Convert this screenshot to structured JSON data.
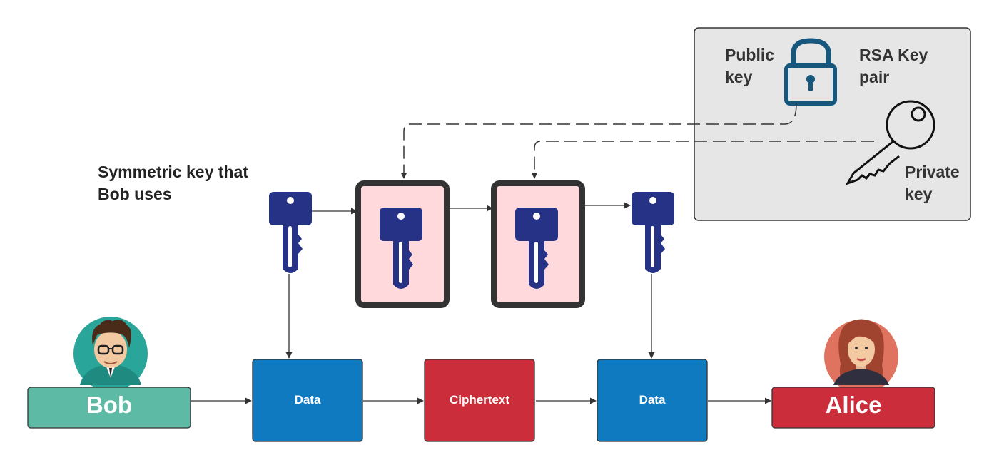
{
  "rsa_panel": {
    "public_label": [
      "Public",
      "key"
    ],
    "pair_label": [
      "RSA Key",
      "pair"
    ],
    "private_label": [
      "Private",
      "key"
    ]
  },
  "symmetric_label": [
    "Symmetric key that",
    "Bob uses"
  ],
  "actors": {
    "bob": {
      "name": "Bob",
      "color": "#5cbaa5"
    },
    "alice": {
      "name": "Alice",
      "color": "#cc2d3a"
    }
  },
  "boxes": {
    "data_left": "Data",
    "ciphertext": "Ciphertext",
    "data_right": "Data"
  },
  "colors": {
    "data_box": "#0f7ac0",
    "cipher_box": "#cc2d3a",
    "key_color": "#263285",
    "panel_fill": "#e6e6e6",
    "device_screen": "#ffd9dc",
    "device_frame": "#333333",
    "lock_color": "#17577e"
  },
  "icons": {
    "lock": "lock-icon",
    "private_key": "key-outline-icon",
    "symmetric_key": "key-icon",
    "bob_avatar": "avatar-man-icon",
    "alice_avatar": "avatar-woman-icon"
  }
}
